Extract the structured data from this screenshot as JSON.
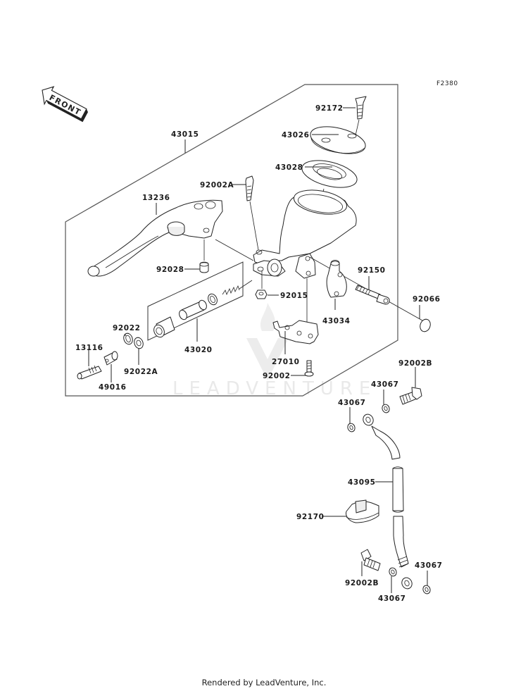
{
  "diagram": {
    "figure_code": "F2380",
    "front_indicator": "FRONT",
    "watermark": "LEADVENTURE",
    "labels": {
      "p43015": "43015",
      "p92172": "92172",
      "p43026": "43026",
      "p43028": "43028",
      "p92002A": "92002A",
      "p13236": "13236",
      "p92028": "92028",
      "p92150": "92150",
      "p92015": "92015",
      "p92066": "92066",
      "p43034": "43034",
      "p92022": "92022",
      "p43020": "43020",
      "p13116": "13116",
      "p92022A": "92022A",
      "p27010": "27010",
      "p49016": "49016",
      "p92002": "92002",
      "p92002B_top": "92002B",
      "p43067_a": "43067",
      "p43067_b": "43067",
      "p43095": "43095",
      "p92170": "92170",
      "p92002B_bottom": "92002B",
      "p43067_c": "43067",
      "p43067_d": "43067"
    }
  },
  "footer": {
    "credit": "Rendered by LeadVenture, Inc."
  }
}
